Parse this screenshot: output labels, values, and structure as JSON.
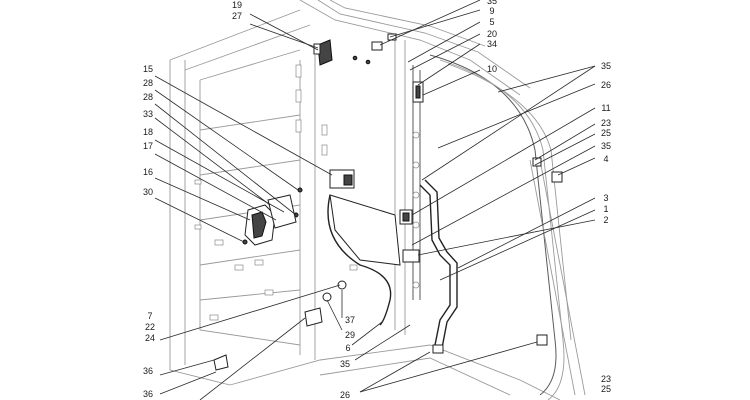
{
  "callouts": {
    "left": [
      "19",
      "27",
      "15",
      "28",
      "28",
      "33",
      "18",
      "17",
      "16",
      "30",
      "7",
      "22",
      "24",
      "36",
      "36"
    ],
    "bottom_center": [
      "37",
      "29",
      "6",
      "35",
      "26"
    ],
    "right": [
      "35",
      "9",
      "5",
      "20",
      "34",
      "10",
      "35",
      "26",
      "11",
      "23",
      "25",
      "35",
      "4",
      "3",
      "1",
      "2",
      "23",
      "25"
    ]
  }
}
